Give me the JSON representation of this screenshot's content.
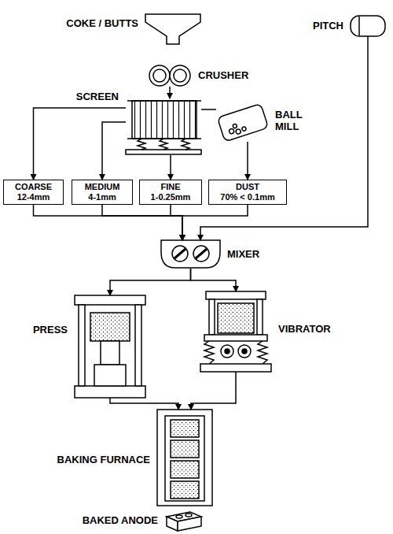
{
  "diagram": {
    "nodes": [
      {
        "text": [
          "COKE / BUTTS"
        ]
      },
      {
        "text": [
          "PITCH"
        ]
      },
      {
        "text": [
          "CRUSHER"
        ]
      },
      {
        "text": [
          "SCREEN"
        ]
      },
      {
        "text": [
          "BALL MILL"
        ]
      },
      {
        "text": [
          "COARSE",
          "12-4mm"
        ]
      },
      {
        "text": [
          "MEDIUM",
          "4-1mm"
        ]
      },
      {
        "text": [
          "FINE",
          "1-0.25mm"
        ]
      },
      {
        "text": [
          "DUST",
          "70% < 0.1mm"
        ]
      },
      {
        "text": [
          "MIXER"
        ]
      },
      {
        "text": [
          "PRESS"
        ]
      },
      {
        "text": [
          "VIBRATOR"
        ]
      },
      {
        "text": [
          "BAKING FURNACE"
        ]
      },
      {
        "text": [
          "BAKED ANODE"
        ]
      }
    ],
    "edges": [
      {
        "from": 2,
        "to": 3,
        "arrow": "to"
      },
      {
        "from": 3,
        "to": 5,
        "arrow": "to"
      },
      {
        "from": 3,
        "to": 6,
        "arrow": "to"
      },
      {
        "from": 3,
        "to": 7,
        "arrow": "to"
      },
      {
        "from": 3,
        "to": 4,
        "arrow": "none"
      },
      {
        "from": 4,
        "to": 8,
        "arrow": "to"
      },
      {
        "from": 1,
        "to": 9,
        "arrow": "to"
      },
      {
        "from": 5,
        "to": 9,
        "arrow": "to"
      },
      {
        "from": 6,
        "to": 9,
        "arrow": "to"
      },
      {
        "from": 7,
        "to": 9,
        "arrow": "to"
      },
      {
        "from": 8,
        "to": 9,
        "arrow": "to"
      },
      {
        "from": 9,
        "to": 10,
        "arrow": "to"
      },
      {
        "from": 9,
        "to": 11,
        "arrow": "to"
      },
      {
        "from": 10,
        "to": 12,
        "arrow": "to"
      },
      {
        "from": 11,
        "to": 12,
        "arrow": "to"
      }
    ]
  }
}
